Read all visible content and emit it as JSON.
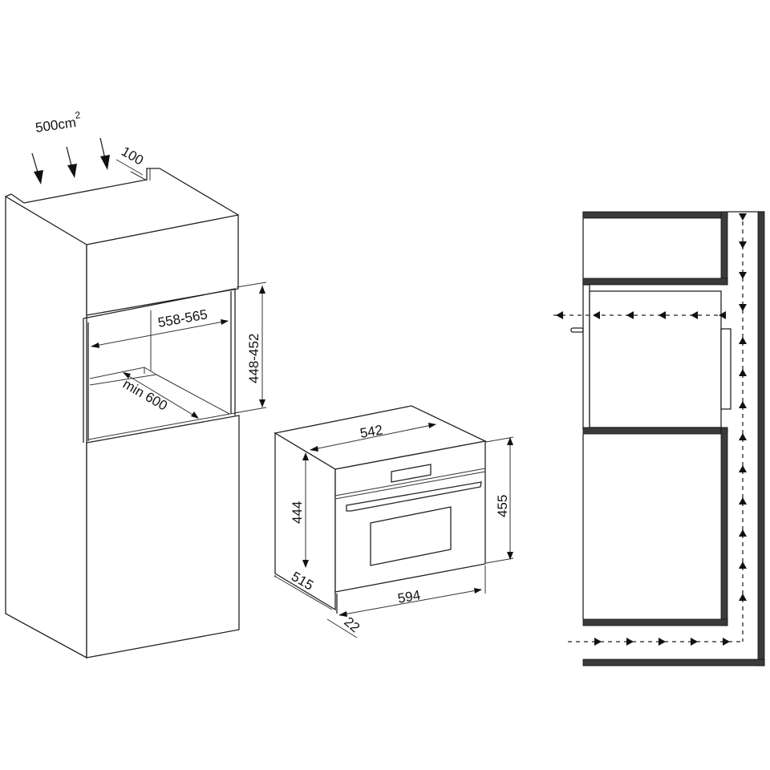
{
  "installation_diagram": {
    "ventilation_area": "500cm",
    "ventilation_area_exponent": "2",
    "vent_gap": "100",
    "niche_width": "558-565",
    "niche_height": "448-452",
    "niche_depth": "min 600"
  },
  "appliance_dimensions": {
    "depth_top": "542",
    "body_height": "444",
    "front_height": "455",
    "front_width": "594",
    "body_depth": "515",
    "front_thickness": "22"
  },
  "airflow_diagram": {
    "flow_direction_up_arrows": 9,
    "flow_direction_down_arrows": 4
  }
}
